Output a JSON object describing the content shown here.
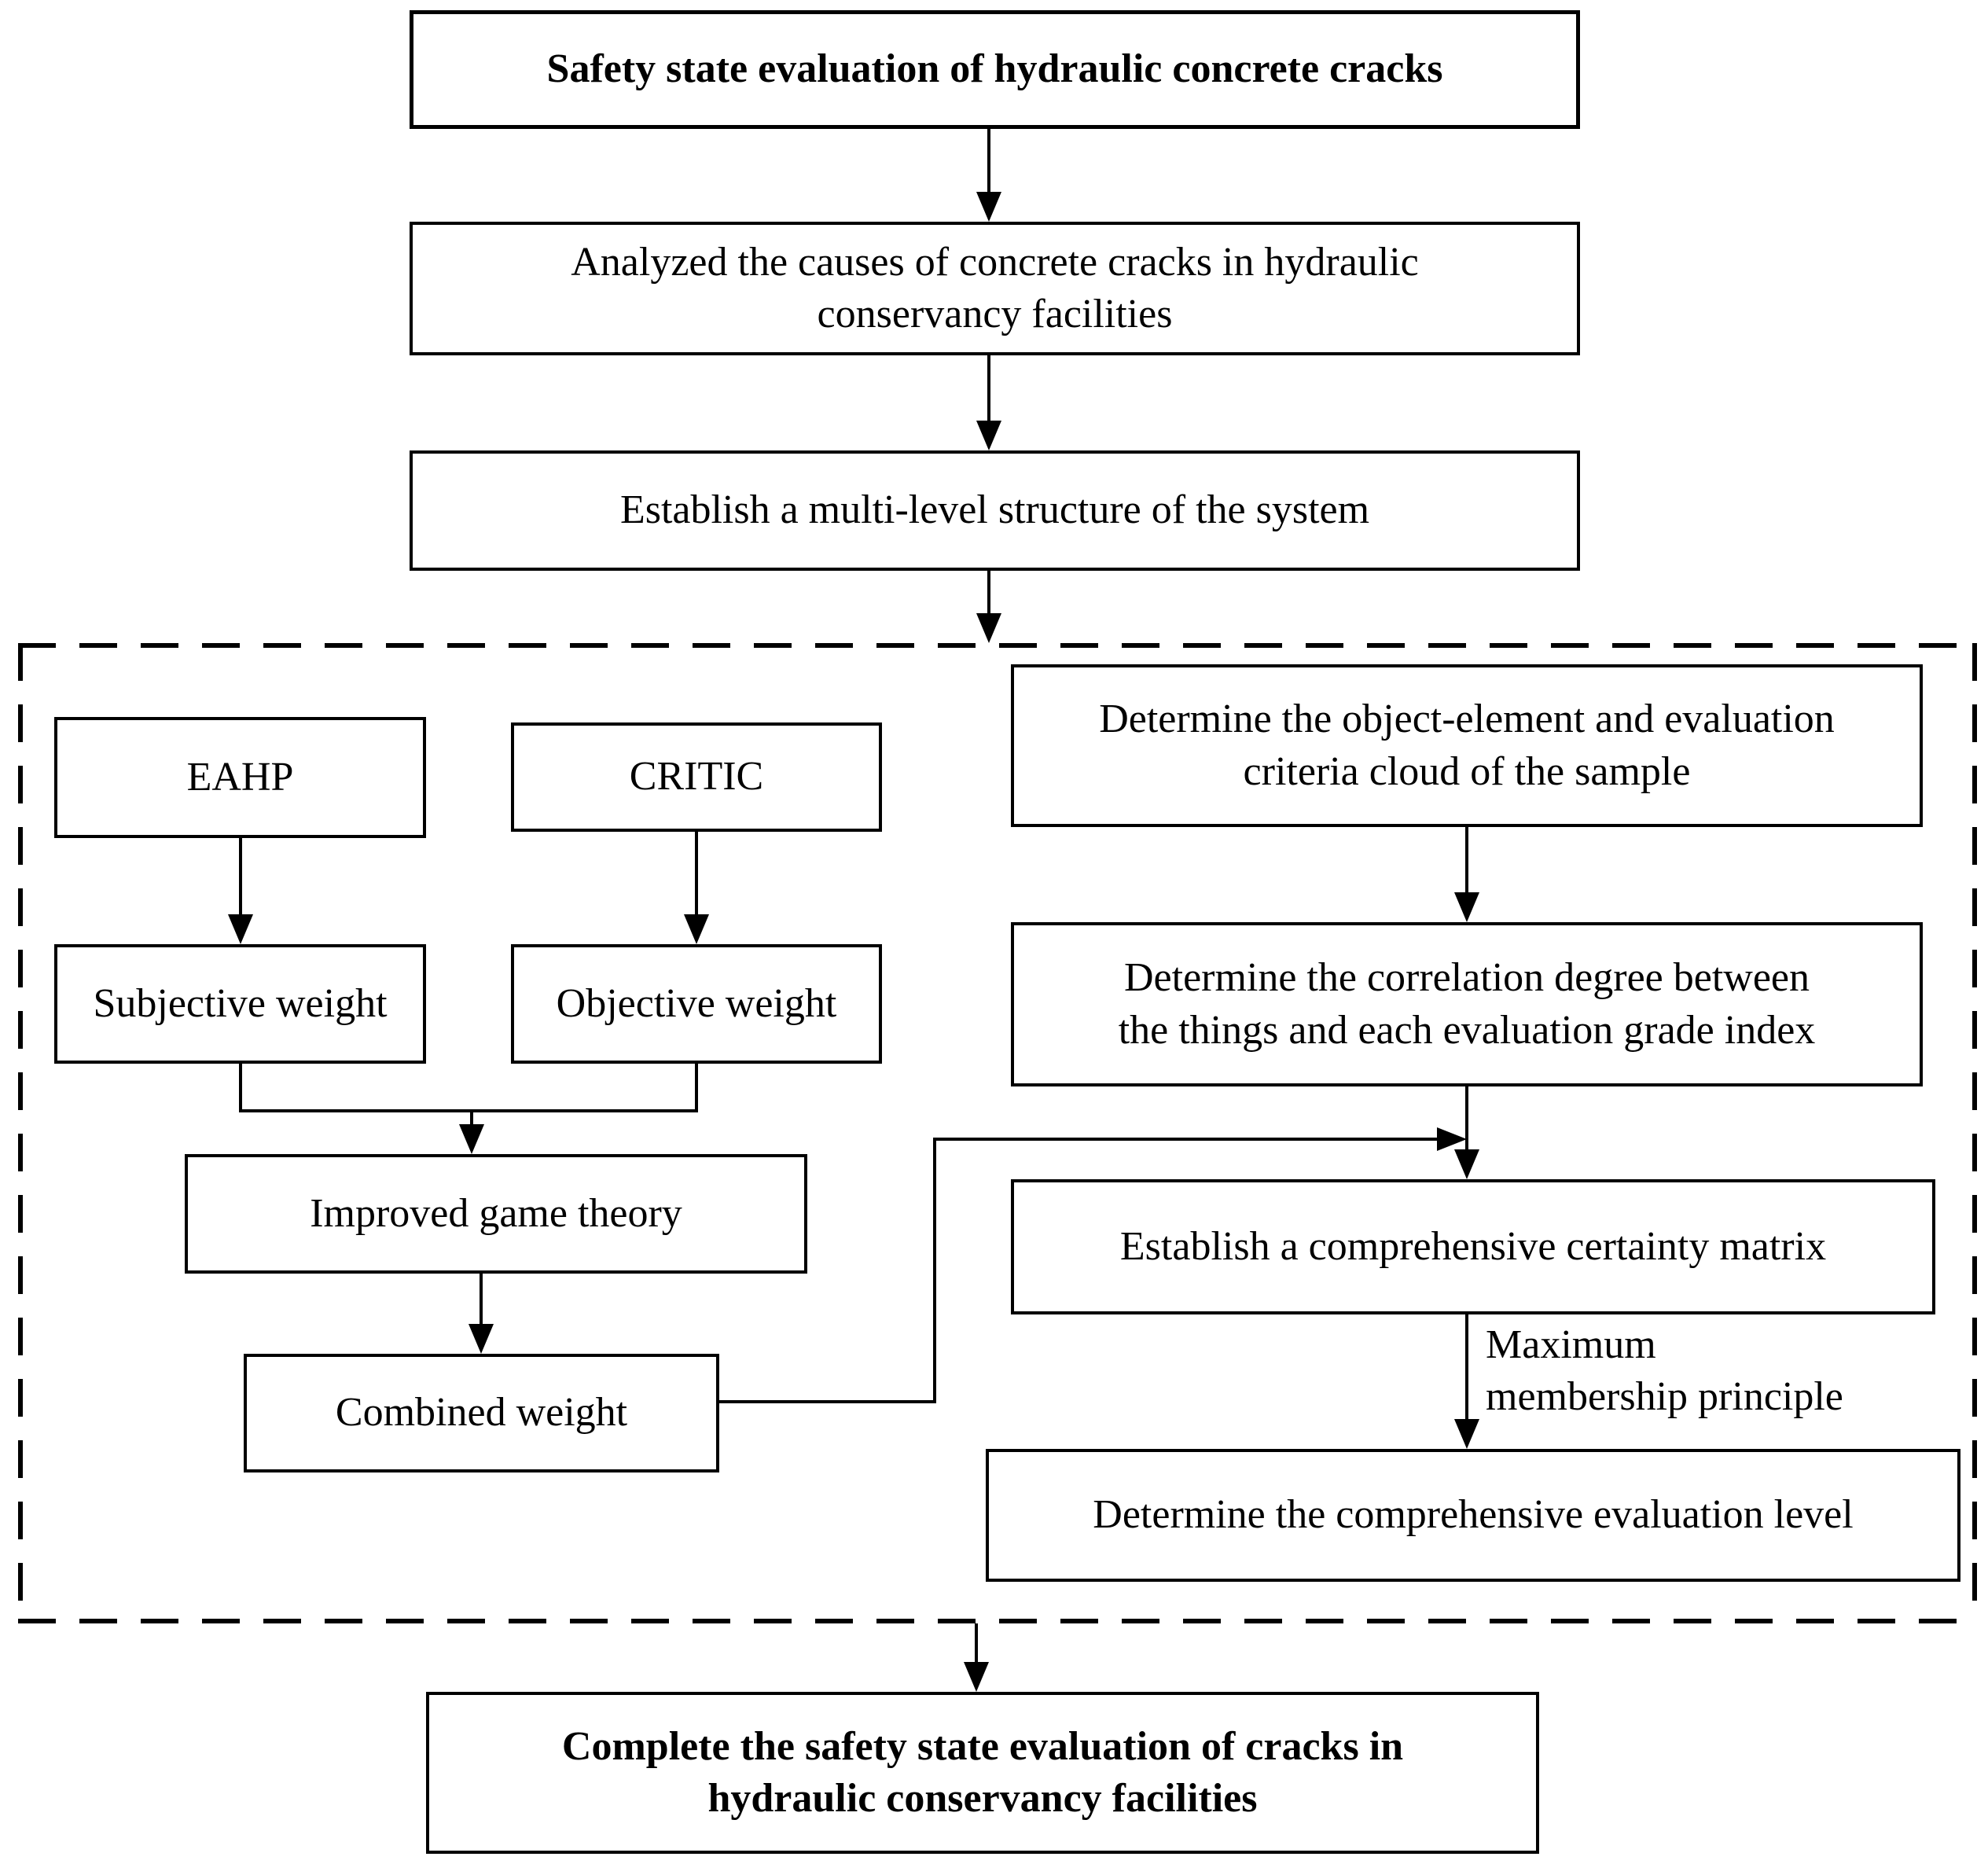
{
  "page": {
    "background_color": "#ffffff",
    "line_color": "#000000",
    "text_color": "#000000"
  },
  "flowchart": {
    "nodes": [
      {
        "id": "safety-state-evaluation",
        "bold": true,
        "label": [
          "Safety state evaluation of hydraulic concrete cracks"
        ]
      },
      {
        "id": "analyze-causes",
        "bold": false,
        "label": [
          "Analyzed the causes of concrete cracks in hydraulic",
          "conservancy facilities"
        ]
      },
      {
        "id": "multi-level-structure",
        "bold": false,
        "label": [
          "Establish a multi-level structure of the system"
        ]
      },
      {
        "id": "eahp",
        "bold": false,
        "label": [
          "EAHP"
        ]
      },
      {
        "id": "critic",
        "bold": false,
        "label": [
          "CRITIC"
        ]
      },
      {
        "id": "subjective-weight",
        "bold": false,
        "label": [
          "Subjective weight"
        ]
      },
      {
        "id": "objective-weight",
        "bold": false,
        "label": [
          "Objective weight"
        ]
      },
      {
        "id": "improved-game-theory",
        "bold": false,
        "label": [
          "Improved game theory"
        ]
      },
      {
        "id": "combined-weight",
        "bold": false,
        "label": [
          "Combined weight"
        ]
      },
      {
        "id": "object-element-cloud",
        "bold": false,
        "label": [
          "Determine the object-element and evaluation",
          "criteria cloud of the sample"
        ]
      },
      {
        "id": "correlation-degree",
        "bold": false,
        "label": [
          "Determine the correlation degree between",
          "the things and each evaluation grade index"
        ]
      },
      {
        "id": "certainty-matrix",
        "bold": false,
        "label": [
          "Establish a comprehensive certainty matrix"
        ]
      },
      {
        "id": "evaluation-level",
        "bold": false,
        "label": [
          "Determine the comprehensive evaluation level"
        ]
      },
      {
        "id": "complete-evaluation",
        "bold": true,
        "label": [
          "Complete the safety state evaluation of cracks in",
          "hydraulic  conservancy facilities"
        ]
      }
    ],
    "edge_label": {
      "id": "maximum-membership-principle",
      "text": [
        "Maximum",
        "membership principle"
      ]
    }
  }
}
